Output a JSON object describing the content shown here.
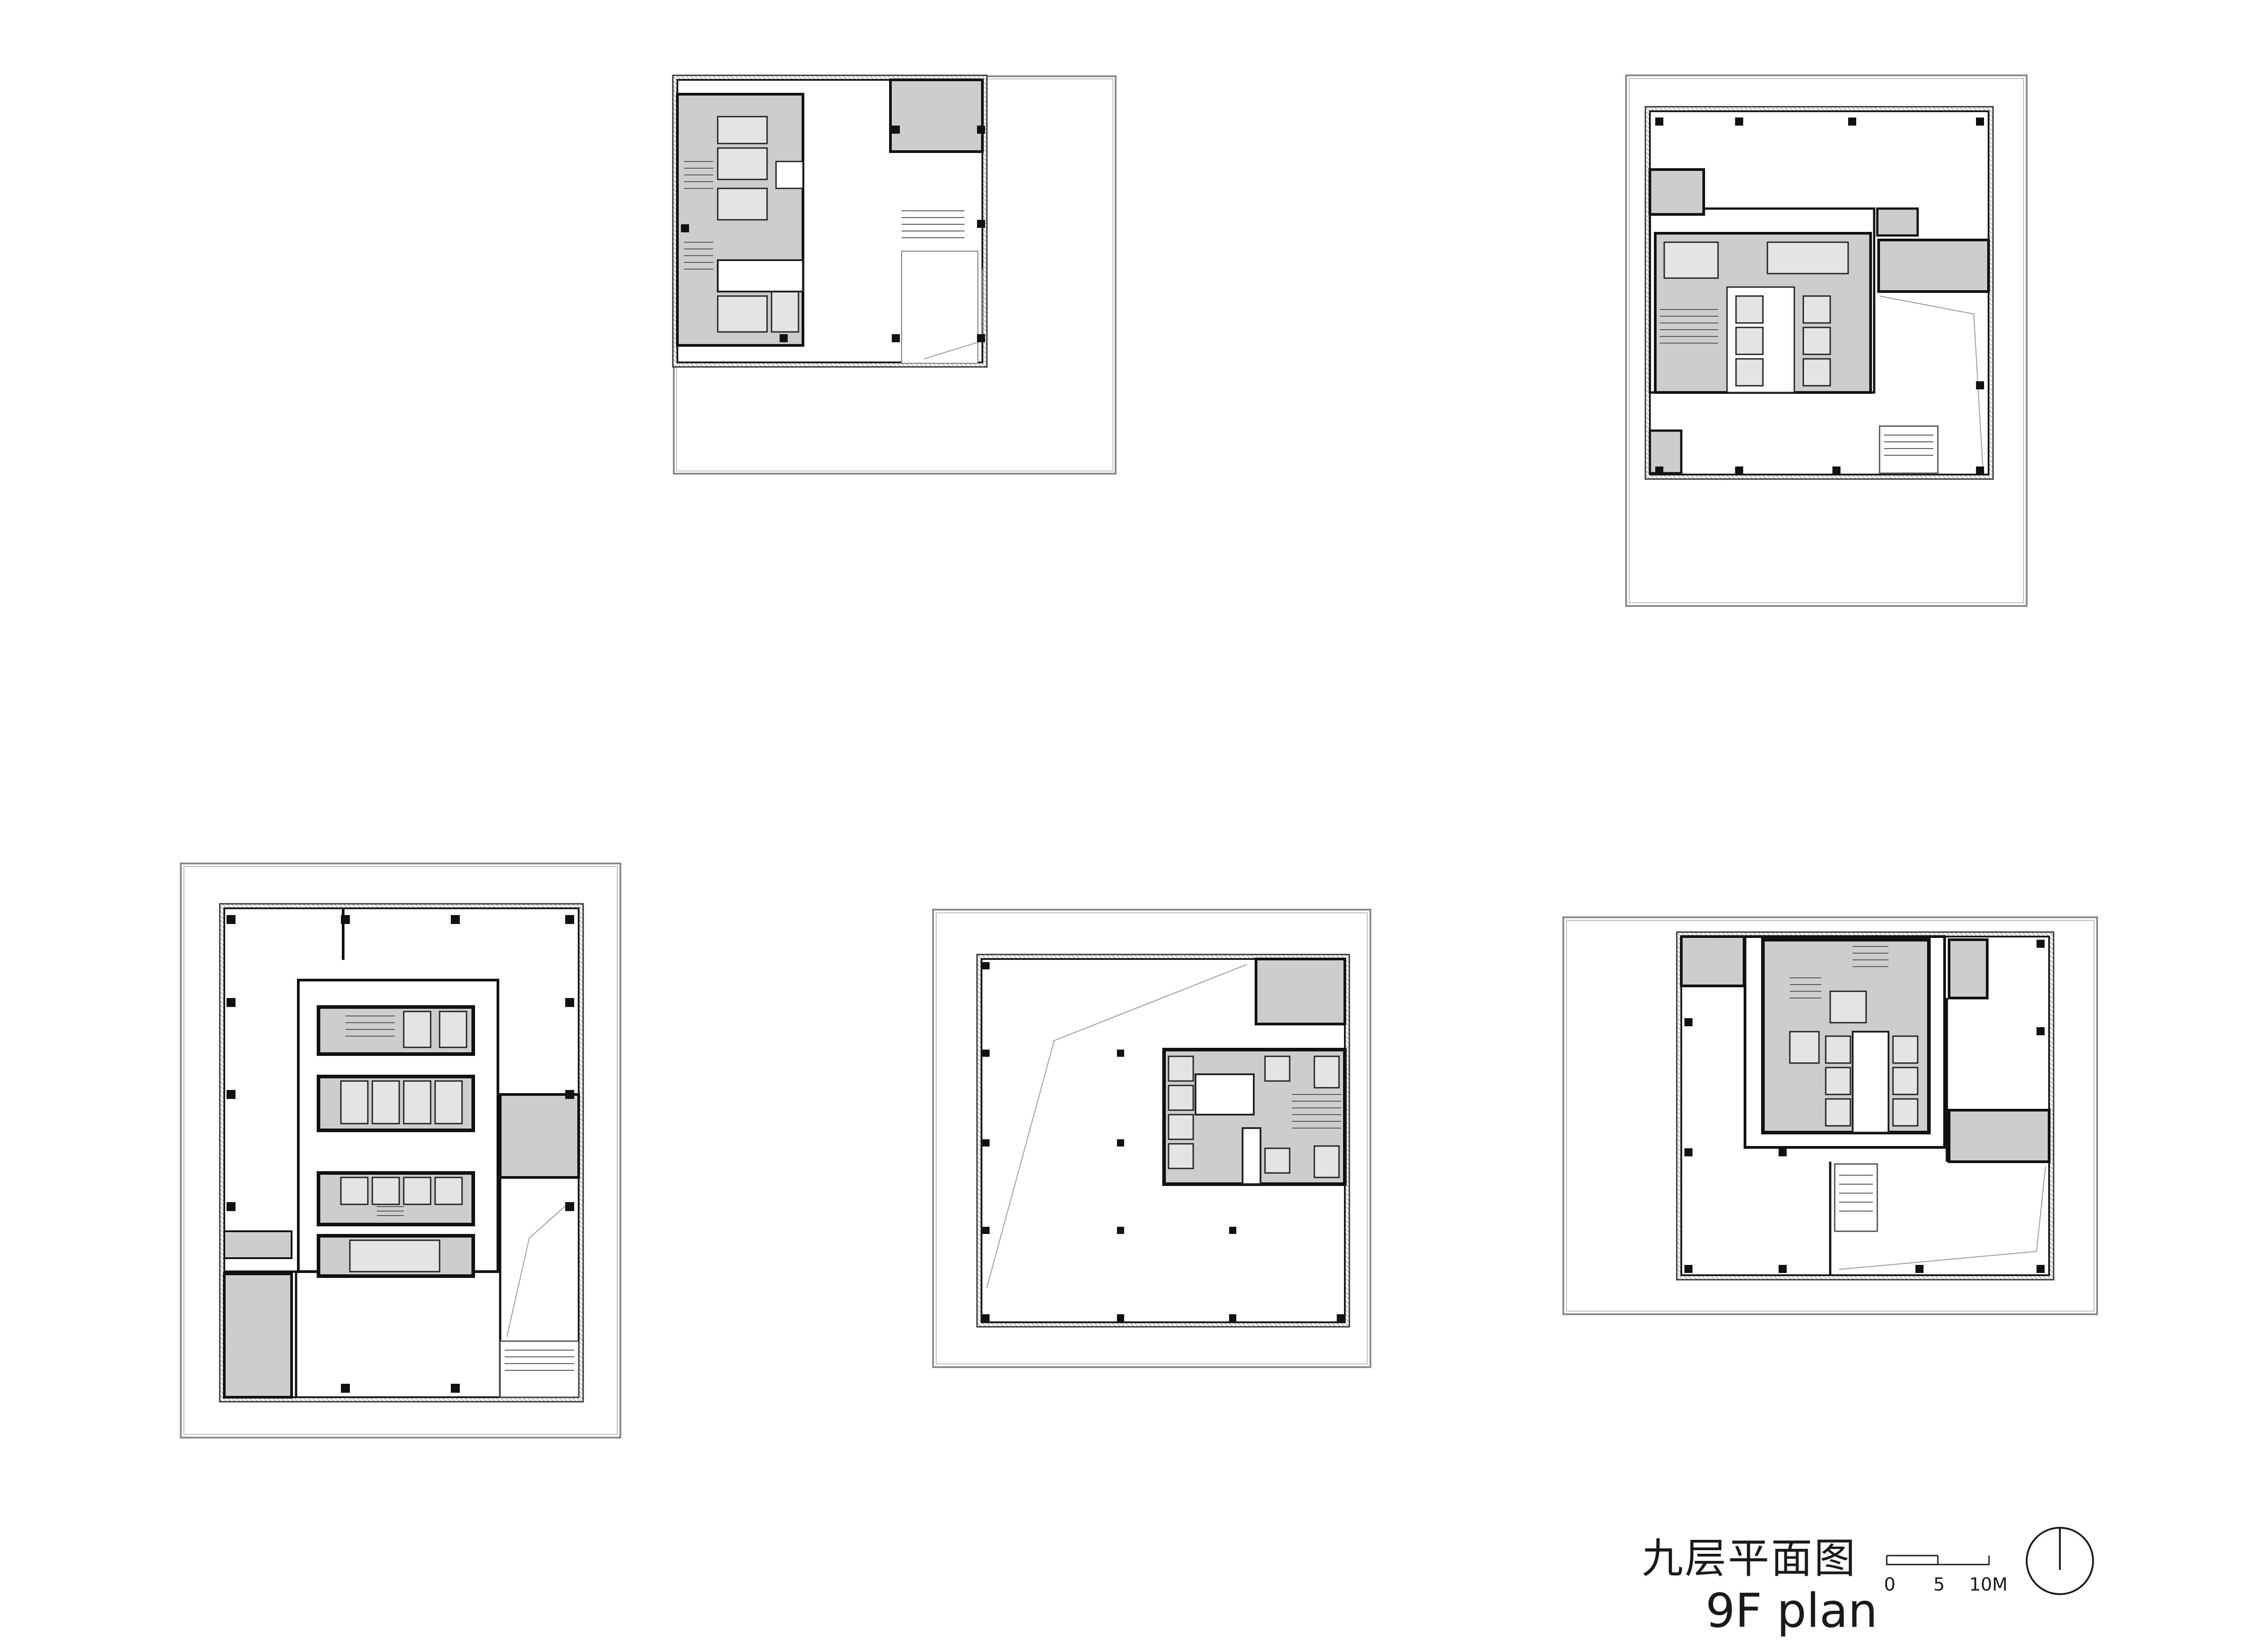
{
  "drawing": {
    "title_cn": "九层平面图",
    "title_en": "9F plan",
    "scale_bar": {
      "labels": [
        "0",
        "5",
        "10M"
      ]
    },
    "north_arrow_icon": "north-arrow-icon"
  },
  "colors": {
    "line": "#1a1a1a",
    "room_fill": "#cdcdcd",
    "site_line": "#9a9a9a",
    "background": "#ffffff"
  }
}
